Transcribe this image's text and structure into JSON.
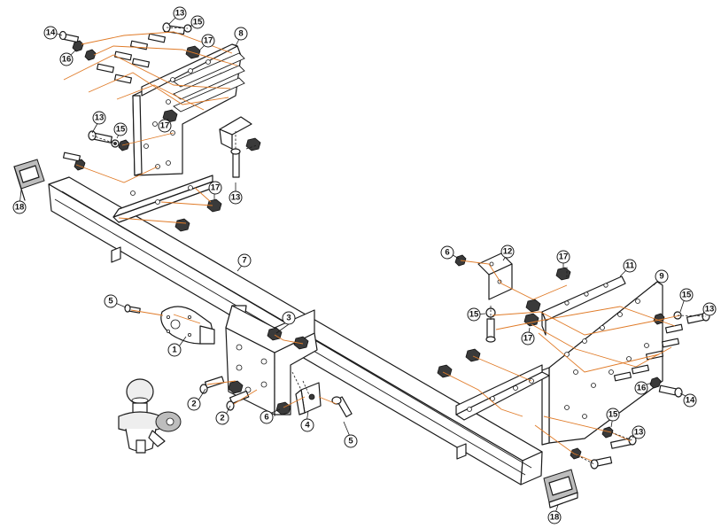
{
  "callouts": {
    "c1": "1",
    "c2": "2",
    "c2b": "2",
    "c3": "3",
    "c4": "4",
    "c5a": "5",
    "c5b": "5",
    "c6a": "6",
    "c6b": "6",
    "c7": "7",
    "c8": "8",
    "c9": "9",
    "c11": "11",
    "c12": "12",
    "c13a": "13",
    "c13b": "13",
    "c13c": "13",
    "c13d": "13",
    "c13e": "13",
    "c14a": "14",
    "c14b": "14",
    "c15a": "15",
    "c15b": "15",
    "c15c": "15",
    "c15d": "15",
    "c15e": "15",
    "c16a": "16",
    "c16b": "16",
    "c17a": "17",
    "c17b": "17",
    "c17c": "17",
    "c17d": "17",
    "c18a": "18",
    "c18b": "18"
  },
  "colors": {
    "leader": "#e07b28",
    "line": "#1a1a1a"
  }
}
